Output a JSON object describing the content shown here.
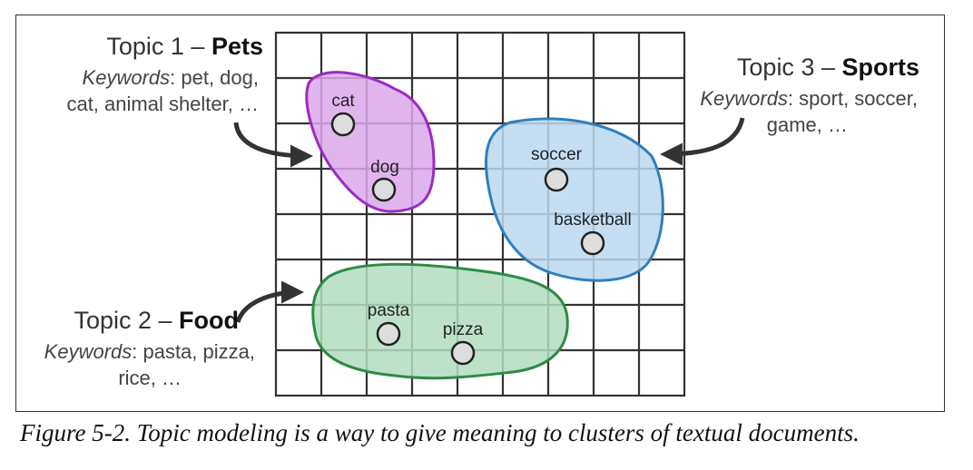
{
  "figure": {
    "caption": "Figure 5-2. Topic modeling is a way to give meaning to clusters of textual documents."
  },
  "colors": {
    "pets": "#9b2bc2",
    "pets_fill": "#dba8ea",
    "sports": "#2f7fbf",
    "sports_fill": "#bcd8ee",
    "food": "#2e8b47",
    "food_fill": "#b3dcc0",
    "grid": "#333333",
    "point_fill": "#dddddd"
  },
  "topics": [
    {
      "id": "pets",
      "prefix": "Topic 1 – ",
      "name": "Pets",
      "keywords_label": "Keywords",
      "keywords_line1": ": pet, dog,",
      "keywords_line2": "cat, animal shelter, …"
    },
    {
      "id": "food",
      "prefix": "Topic 2 – ",
      "name": "Food",
      "keywords_label": "Keywords",
      "keywords_line1": ": pasta, pizza,",
      "keywords_line2": "rice, …"
    },
    {
      "id": "sports",
      "prefix": "Topic 3 – ",
      "name": "Sports",
      "keywords_label": "Keywords",
      "keywords_line1": ": sport, soccer,",
      "keywords_line2": "game, …"
    }
  ],
  "documents": [
    {
      "label": "cat",
      "topic": "pets"
    },
    {
      "label": "dog",
      "topic": "pets"
    },
    {
      "label": "soccer",
      "topic": "sports"
    },
    {
      "label": "basketball",
      "topic": "sports"
    },
    {
      "label": "pasta",
      "topic": "food"
    },
    {
      "label": "pizza",
      "topic": "food"
    }
  ]
}
